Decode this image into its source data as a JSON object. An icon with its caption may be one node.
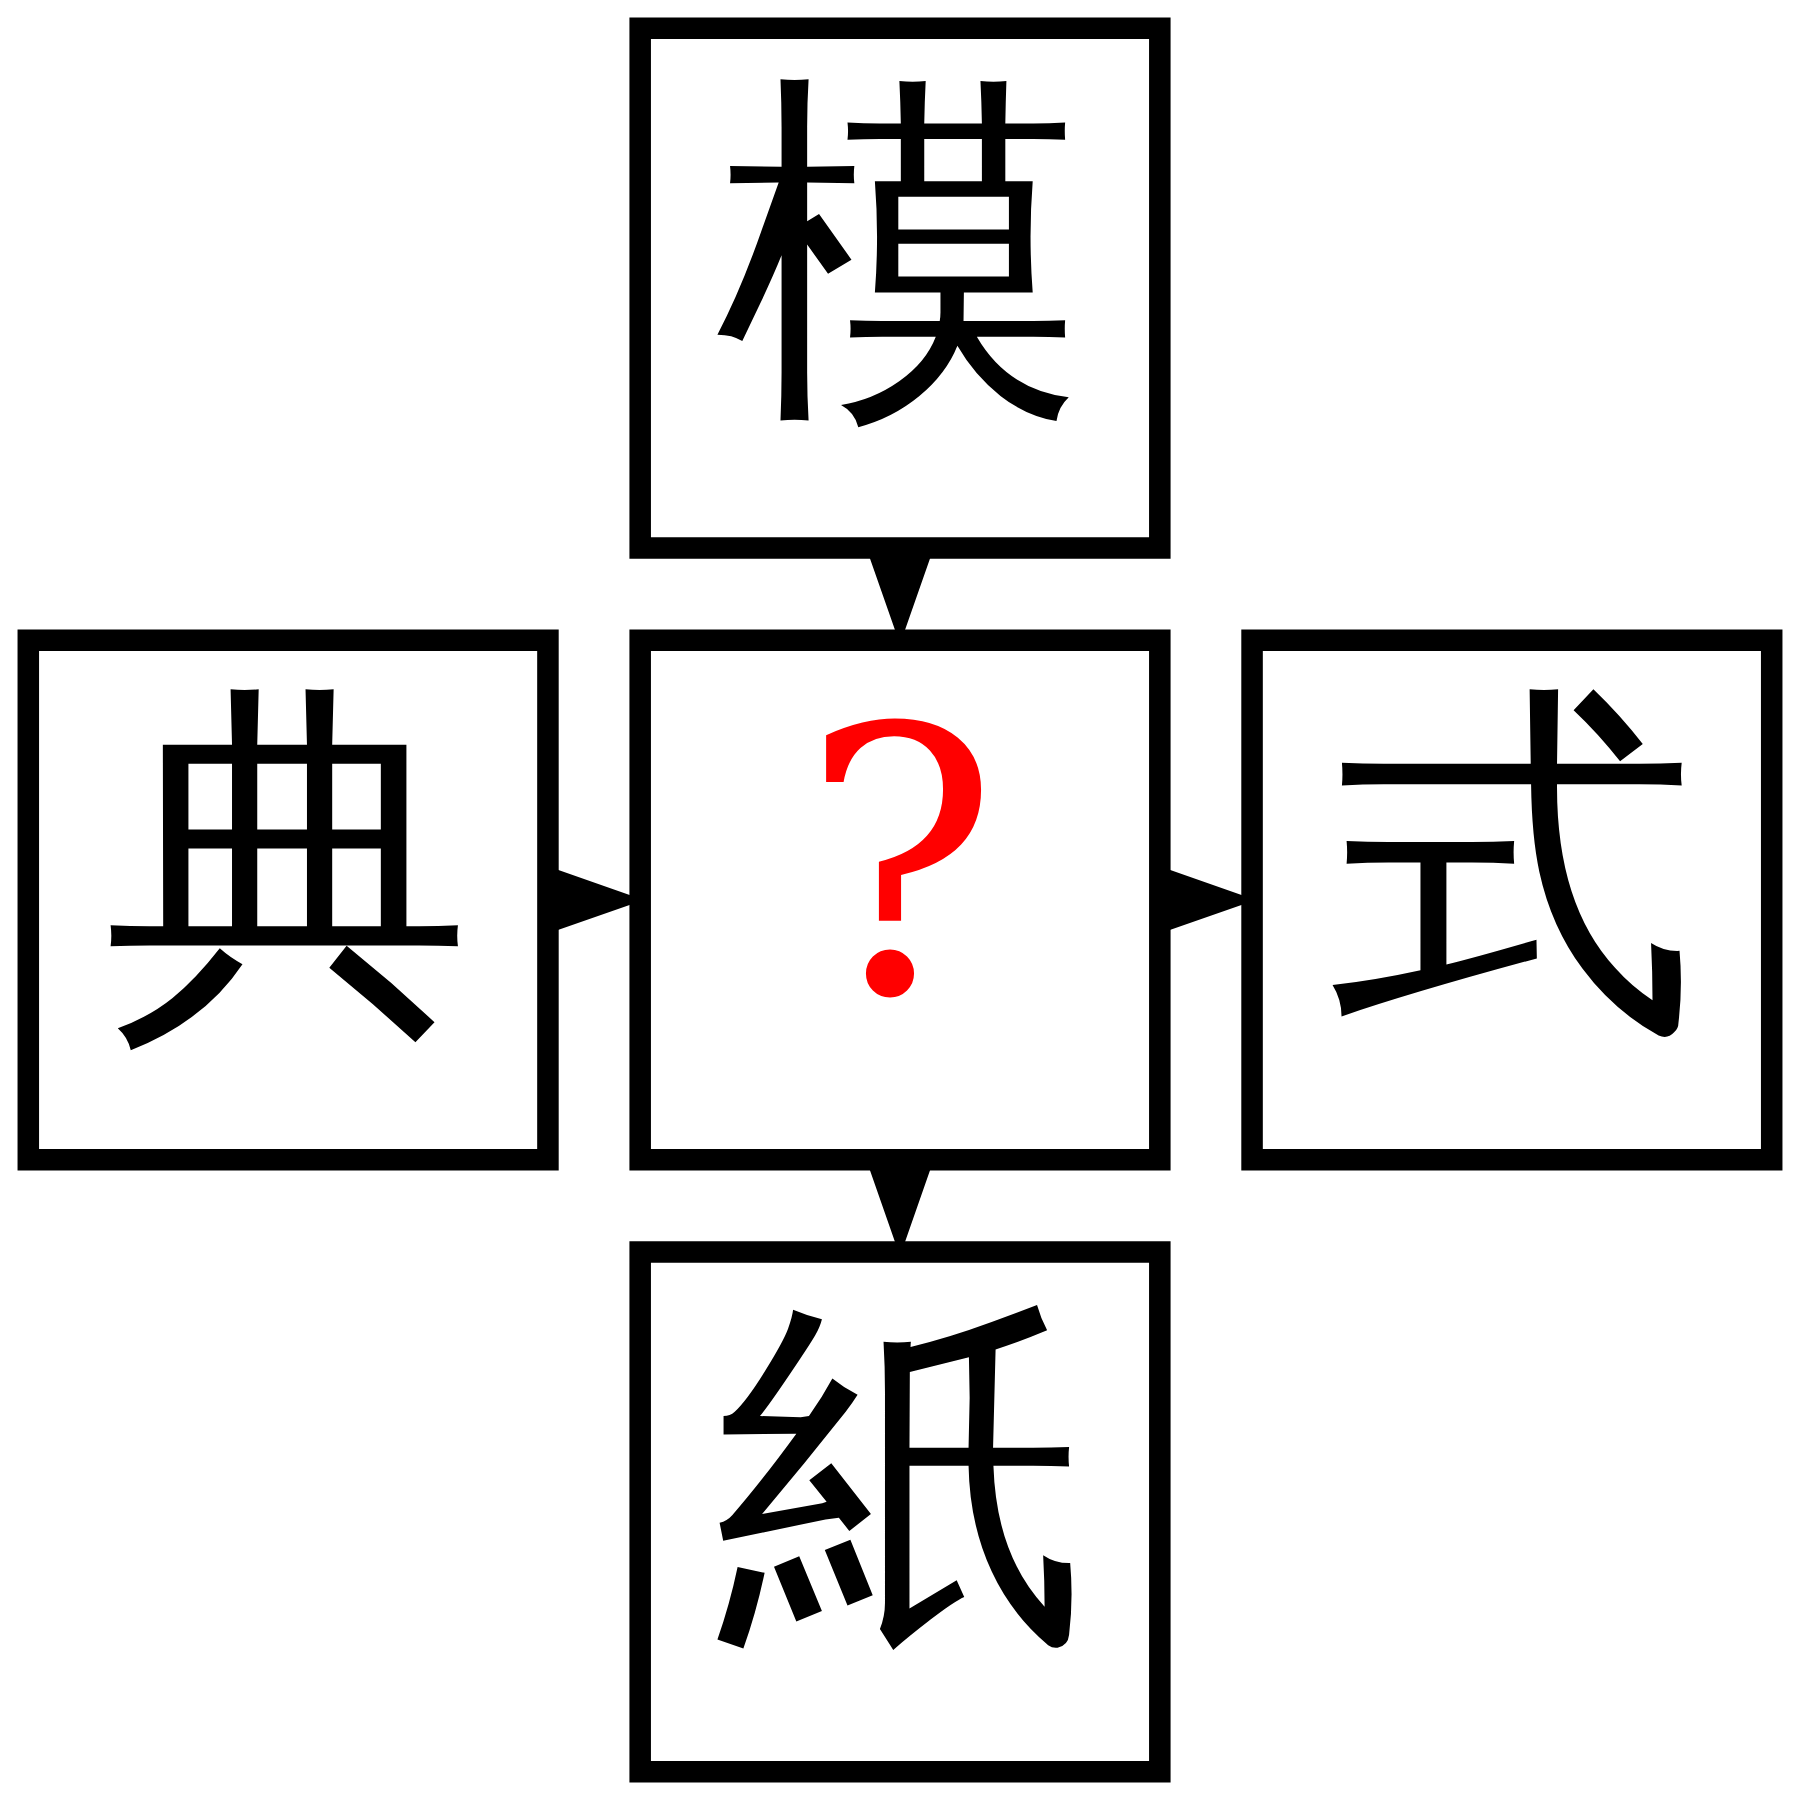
{
  "diagram": {
    "nodes": [
      {
        "text": [
          "模"
        ]
      },
      {
        "text": [
          "典"
        ]
      },
      {
        "text": [
          "?"
        ]
      },
      {
        "text": [
          "式"
        ]
      },
      {
        "text": [
          "紙"
        ]
      }
    ],
    "edges": [
      {
        "from": 0,
        "to": 2,
        "arrow": "to"
      },
      {
        "from": 1,
        "to": 2,
        "arrow": "to"
      },
      {
        "from": 2,
        "to": 3,
        "arrow": "to"
      },
      {
        "from": 2,
        "to": 4,
        "arrow": "to"
      }
    ]
  }
}
